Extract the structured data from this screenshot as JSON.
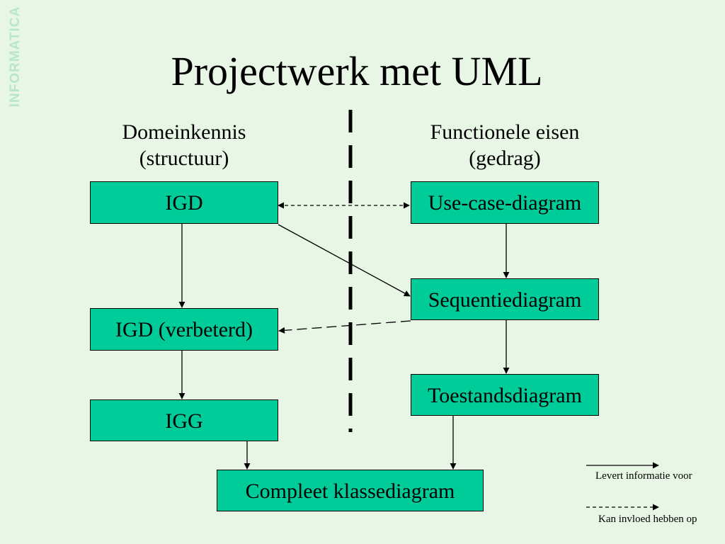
{
  "side_label": "INFORMATICA",
  "title": "Projectwerk met UML",
  "columns": {
    "left": {
      "line1": "Domeinkennis",
      "line2": "(structuur)"
    },
    "right": {
      "line1": "Functionele eisen",
      "line2": "(gedrag)"
    }
  },
  "boxes": {
    "igd": "IGD",
    "igd_improved": "IGD (verbeterd)",
    "igg": "IGG",
    "use_case": "Use-case-diagram",
    "sequence": "Sequentiediagram",
    "state": "Toestandsdiagram",
    "class": "Compleet klassediagram"
  },
  "legend": {
    "solid": "Levert informatie voor",
    "dashed": "Kan invloed hebben op"
  },
  "colors": {
    "background": "#e8f7e5",
    "box_fill": "#00cc99",
    "side_label": "#b9e6c8"
  }
}
